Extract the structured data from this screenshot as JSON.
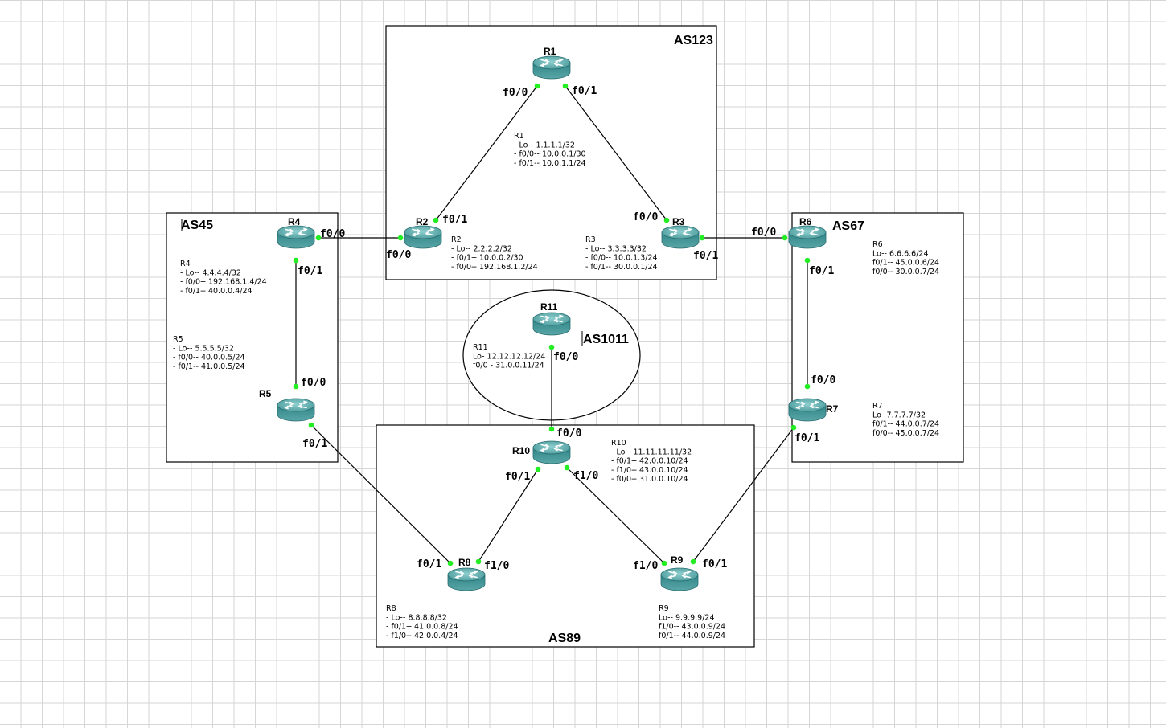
{
  "autonomous_systems": {
    "as123": "AS123",
    "as45": "AS45",
    "as67": "AS67",
    "as1011": "AS1011",
    "as89": "AS89"
  },
  "routers": {
    "r1": "R1",
    "r2": "R2",
    "r3": "R3",
    "r4": "R4",
    "r5": "R5",
    "r6": "R6",
    "r7": "R7",
    "r8": "R8",
    "r9": "R9",
    "r10": "R10",
    "r11": "R11"
  },
  "interfaces": {
    "r1_f00": "f0/0",
    "r1_f01": "f0/1",
    "r2_f01": "f0/1",
    "r2_f00": "f0/0",
    "r3_f00": "f0/0",
    "r3_f01": "f0/1",
    "r4_f00": "f0/0",
    "r4_f01": "f0/1",
    "r5_f00": "f0/0",
    "r5_f01": "f0/1",
    "r6_f00": "f0/0",
    "r6_f01": "f0/1",
    "r7_f00": "f0/0",
    "r7_f01": "f0/1",
    "r11_f00": "f0/0",
    "r10_f00": "f0/0",
    "r10_f01": "f0/1",
    "r10_f10": "f1/0",
    "r8_f01": "f0/1",
    "r8_f10": "f1/0",
    "r9_f10": "f1/0",
    "r9_f01": "f0/1"
  },
  "configs": {
    "r1": [
      "R1",
      "- Lo-- 1.1.1.1/32",
      "- f0/0-- 10.0.0.1/30",
      "- f0/1-- 10.0.1.1/24"
    ],
    "r2": [
      "R2",
      "- Lo-- 2.2.2.2/32",
      "- f0/1-- 10.0.0.2/30",
      "- f0/0-- 192.168.1.2/24"
    ],
    "r3": [
      "R3",
      "- Lo-- 3.3.3.3/32",
      "- f0/0-- 10.0.1.3/24",
      "- f0/1-- 30.0.0.1/24"
    ],
    "r4": [
      "R4",
      "- Lo-- 4.4.4.4/32",
      "- f0/0-- 192.168.1.4/24",
      "- f0/1-- 40.0.0.4/24"
    ],
    "r5": [
      "R5",
      "- Lo-- 5.5.5.5/32",
      "- f0/0-- 40.0.0.5/24",
      "- f0/1-- 41.0.0.5/24"
    ],
    "r6": [
      "R6",
      "",
      "Lo-- 6.6.6.6/24",
      "f0/1-- 45.0.0.6/24",
      "f0/0-- 30.0.0.7/24"
    ],
    "r7": [
      "R7",
      "",
      "Lo- 7.7.7.7/32",
      "f0/1-- 44.0.0.7/24",
      "f0/0-- 45.0.0.7/24"
    ],
    "r11": [
      "R11",
      "Lo- 12.12.12.12/24",
      "f0/0 - 31.0.0.11/24"
    ],
    "r10": [
      "R10",
      "",
      "- Lo-- 11.11.11.11/32",
      "- f0/1-- 42.0.0.10/24",
      "- f1/0-- 43.0.0.10/24",
      "- f0/0-- 31.0.0.10/24"
    ],
    "r8": [
      "R8",
      "- Lo-- 8.8.8.8/32",
      "- f0/1-- 41.0.0.8/24",
      "- f1/0-- 42.0.0.4/24"
    ],
    "r9": [
      "R9",
      "Lo-- 9.9.9.9/24",
      "f1/0-- 43.0.0.9/24",
      "f0/1-- 44.0.0.9/24"
    ]
  },
  "colors": {
    "router_body": "#3e8f90",
    "router_top": "#5fb2b2",
    "port_dot": "#22ee22",
    "grid": "#d6d6d6"
  },
  "icons": {
    "router": "router-icon"
  }
}
